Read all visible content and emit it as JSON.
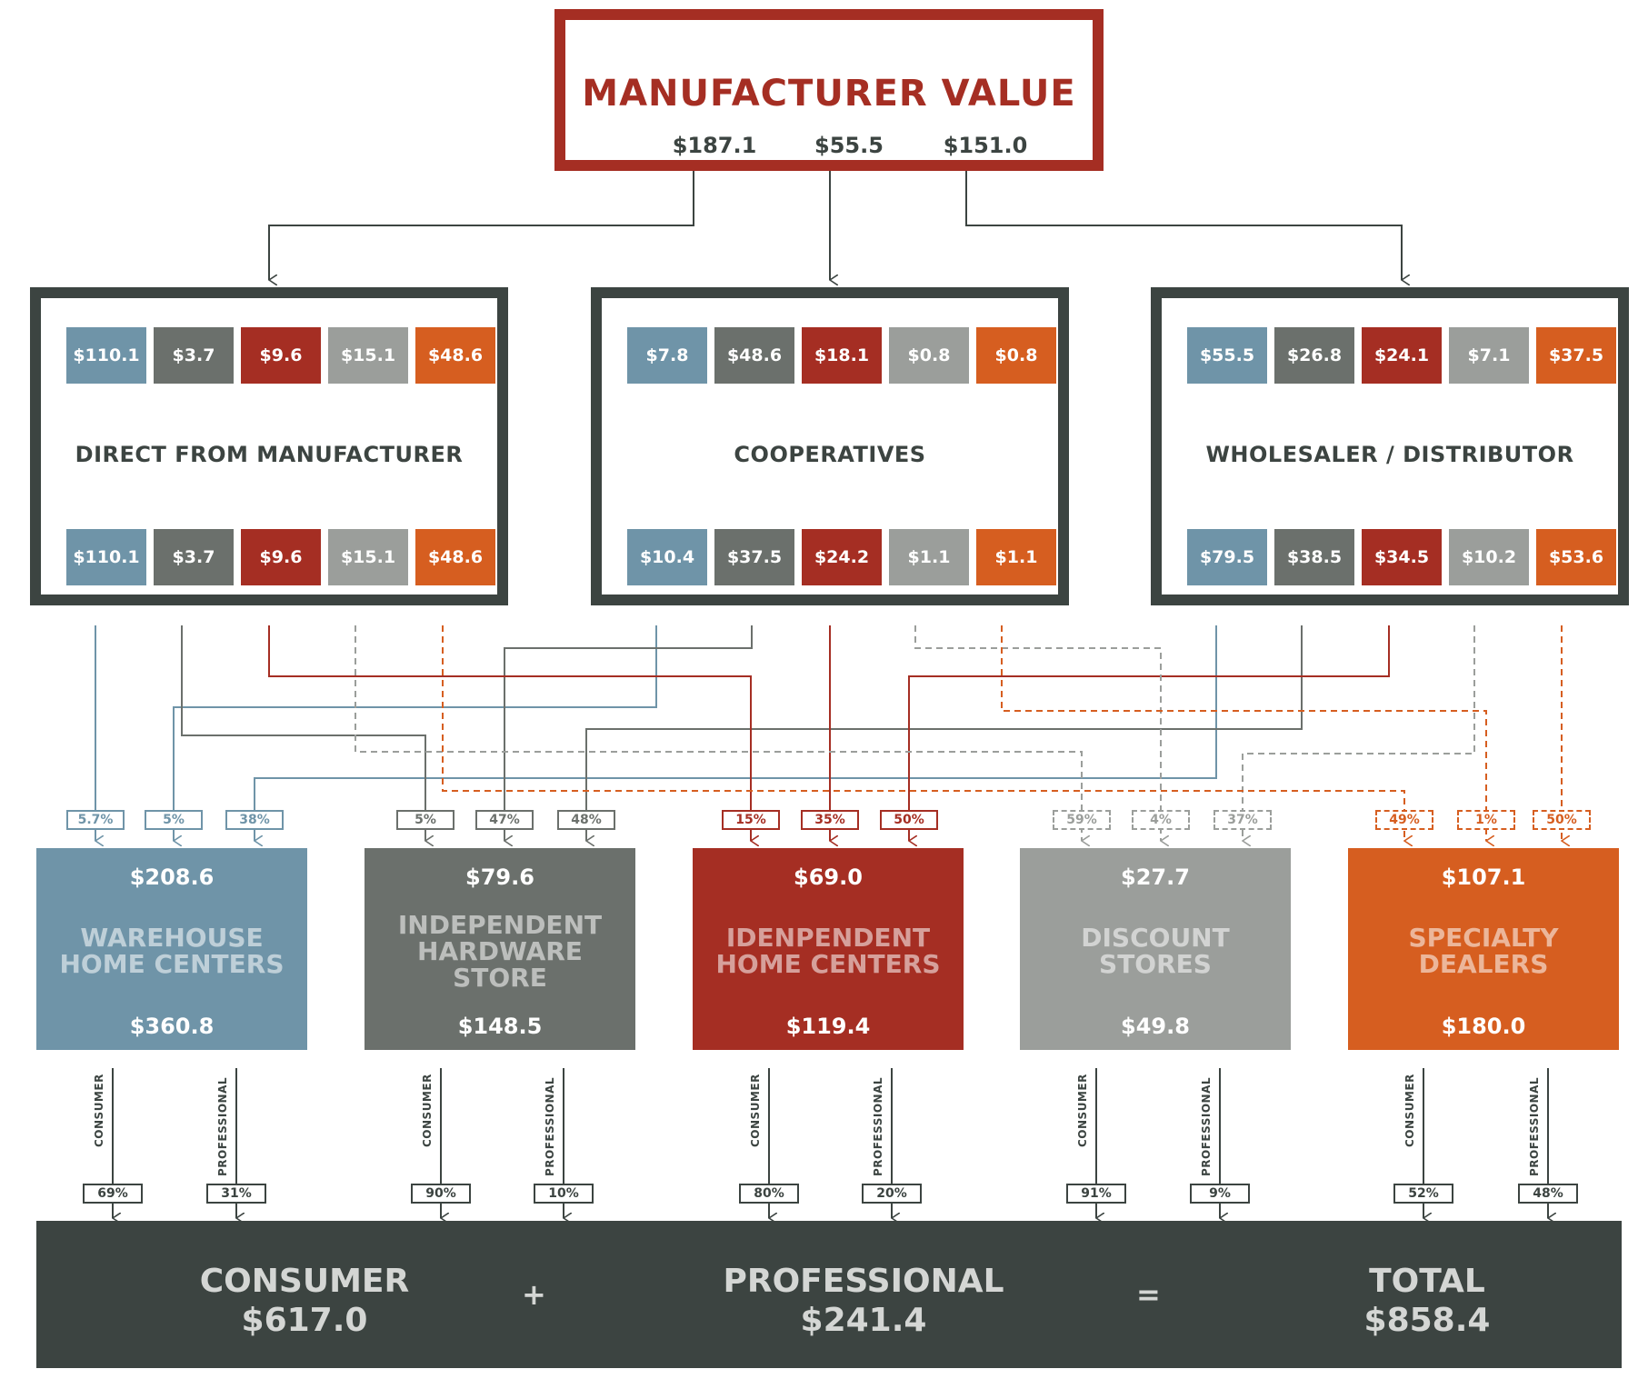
{
  "manufacturer": {
    "title": "MANUFACTURER VALUE",
    "values": [
      "$187.1",
      "$55.5",
      "$151.0"
    ]
  },
  "channels": [
    {
      "name": "DIRECT FROM MANUFACTURER",
      "top": [
        "$110.1",
        "$3.7",
        "$9.6",
        "$15.1",
        "$48.6"
      ],
      "bottom": [
        "$110.1",
        "$3.7",
        "$9.6",
        "$15.1",
        "$48.6"
      ]
    },
    {
      "name": "COOPERATIVES",
      "top": [
        "$7.8",
        "$48.6",
        "$18.1",
        "$0.8",
        "$0.8"
      ],
      "bottom": [
        "$10.4",
        "$37.5",
        "$24.2",
        "$1.1",
        "$1.1"
      ]
    },
    {
      "name": "WHOLESALER / DISTRIBUTOR",
      "top": [
        "$55.5",
        "$26.8",
        "$24.1",
        "$7.1",
        "$37.5"
      ],
      "bottom": [
        "$79.5",
        "$38.5",
        "$34.5",
        "$10.2",
        "$53.6"
      ]
    }
  ],
  "retailers": [
    {
      "name_lines": [
        "WAREHOUSE",
        "HOME CENTERS"
      ],
      "top_value": "$208.6",
      "bottom_value": "$360.8",
      "shares": [
        "5.7%",
        "5%",
        "38%"
      ],
      "consumer_label": "CONSUMER",
      "professional_label": "PROFESSIONAL",
      "consumer_pct": "69%",
      "professional_pct": "31%"
    },
    {
      "name_lines": [
        "INDEPENDENT",
        "HARDWARE",
        "STORE"
      ],
      "top_value": "$79.6",
      "bottom_value": "$148.5",
      "shares": [
        "5%",
        "47%",
        "48%"
      ],
      "consumer_label": "CONSUMER",
      "professional_label": "PROFESSIONAL",
      "consumer_pct": "90%",
      "professional_pct": "10%"
    },
    {
      "name_lines": [
        "IDENPENDENT",
        "HOME CENTERS"
      ],
      "top_value": "$69.0",
      "bottom_value": "$119.4",
      "shares": [
        "15%",
        "35%",
        "50%"
      ],
      "consumer_label": "CONSUMER",
      "professional_label": "PROFESSIONAL",
      "consumer_pct": "80%",
      "professional_pct": "20%"
    },
    {
      "name_lines": [
        "DISCOUNT",
        "STORES"
      ],
      "top_value": "$27.7",
      "bottom_value": "$49.8",
      "shares": [
        "59%",
        "4%",
        "37%"
      ],
      "consumer_label": "CONSUMER",
      "professional_label": "PROFESSIONAL",
      "consumer_pct": "91%",
      "professional_pct": "9%"
    },
    {
      "name_lines": [
        "SPECIALTY",
        "DEALERS"
      ],
      "top_value": "$107.1",
      "bottom_value": "$180.0",
      "shares": [
        "49%",
        "1%",
        "50%"
      ],
      "consumer_label": "CONSUMER",
      "professional_label": "PROFESSIONAL",
      "consumer_pct": "52%",
      "professional_pct": "48%"
    }
  ],
  "summary": {
    "consumer_label": "CONSUMER",
    "consumer_value": "$617.0",
    "plus": "+",
    "professional_label": "PROFESSIONAL",
    "professional_value": "$241.4",
    "equals": "=",
    "total_label": "TOTAL",
    "total_value": "$858.4"
  },
  "colors": {
    "steel_blue": "#6f94a8",
    "slate": "#6b706c",
    "brick_red": "#a52e23",
    "light_gray": "#9b9e9b",
    "orange": "#d65e20",
    "dark": "#3c4441"
  }
}
